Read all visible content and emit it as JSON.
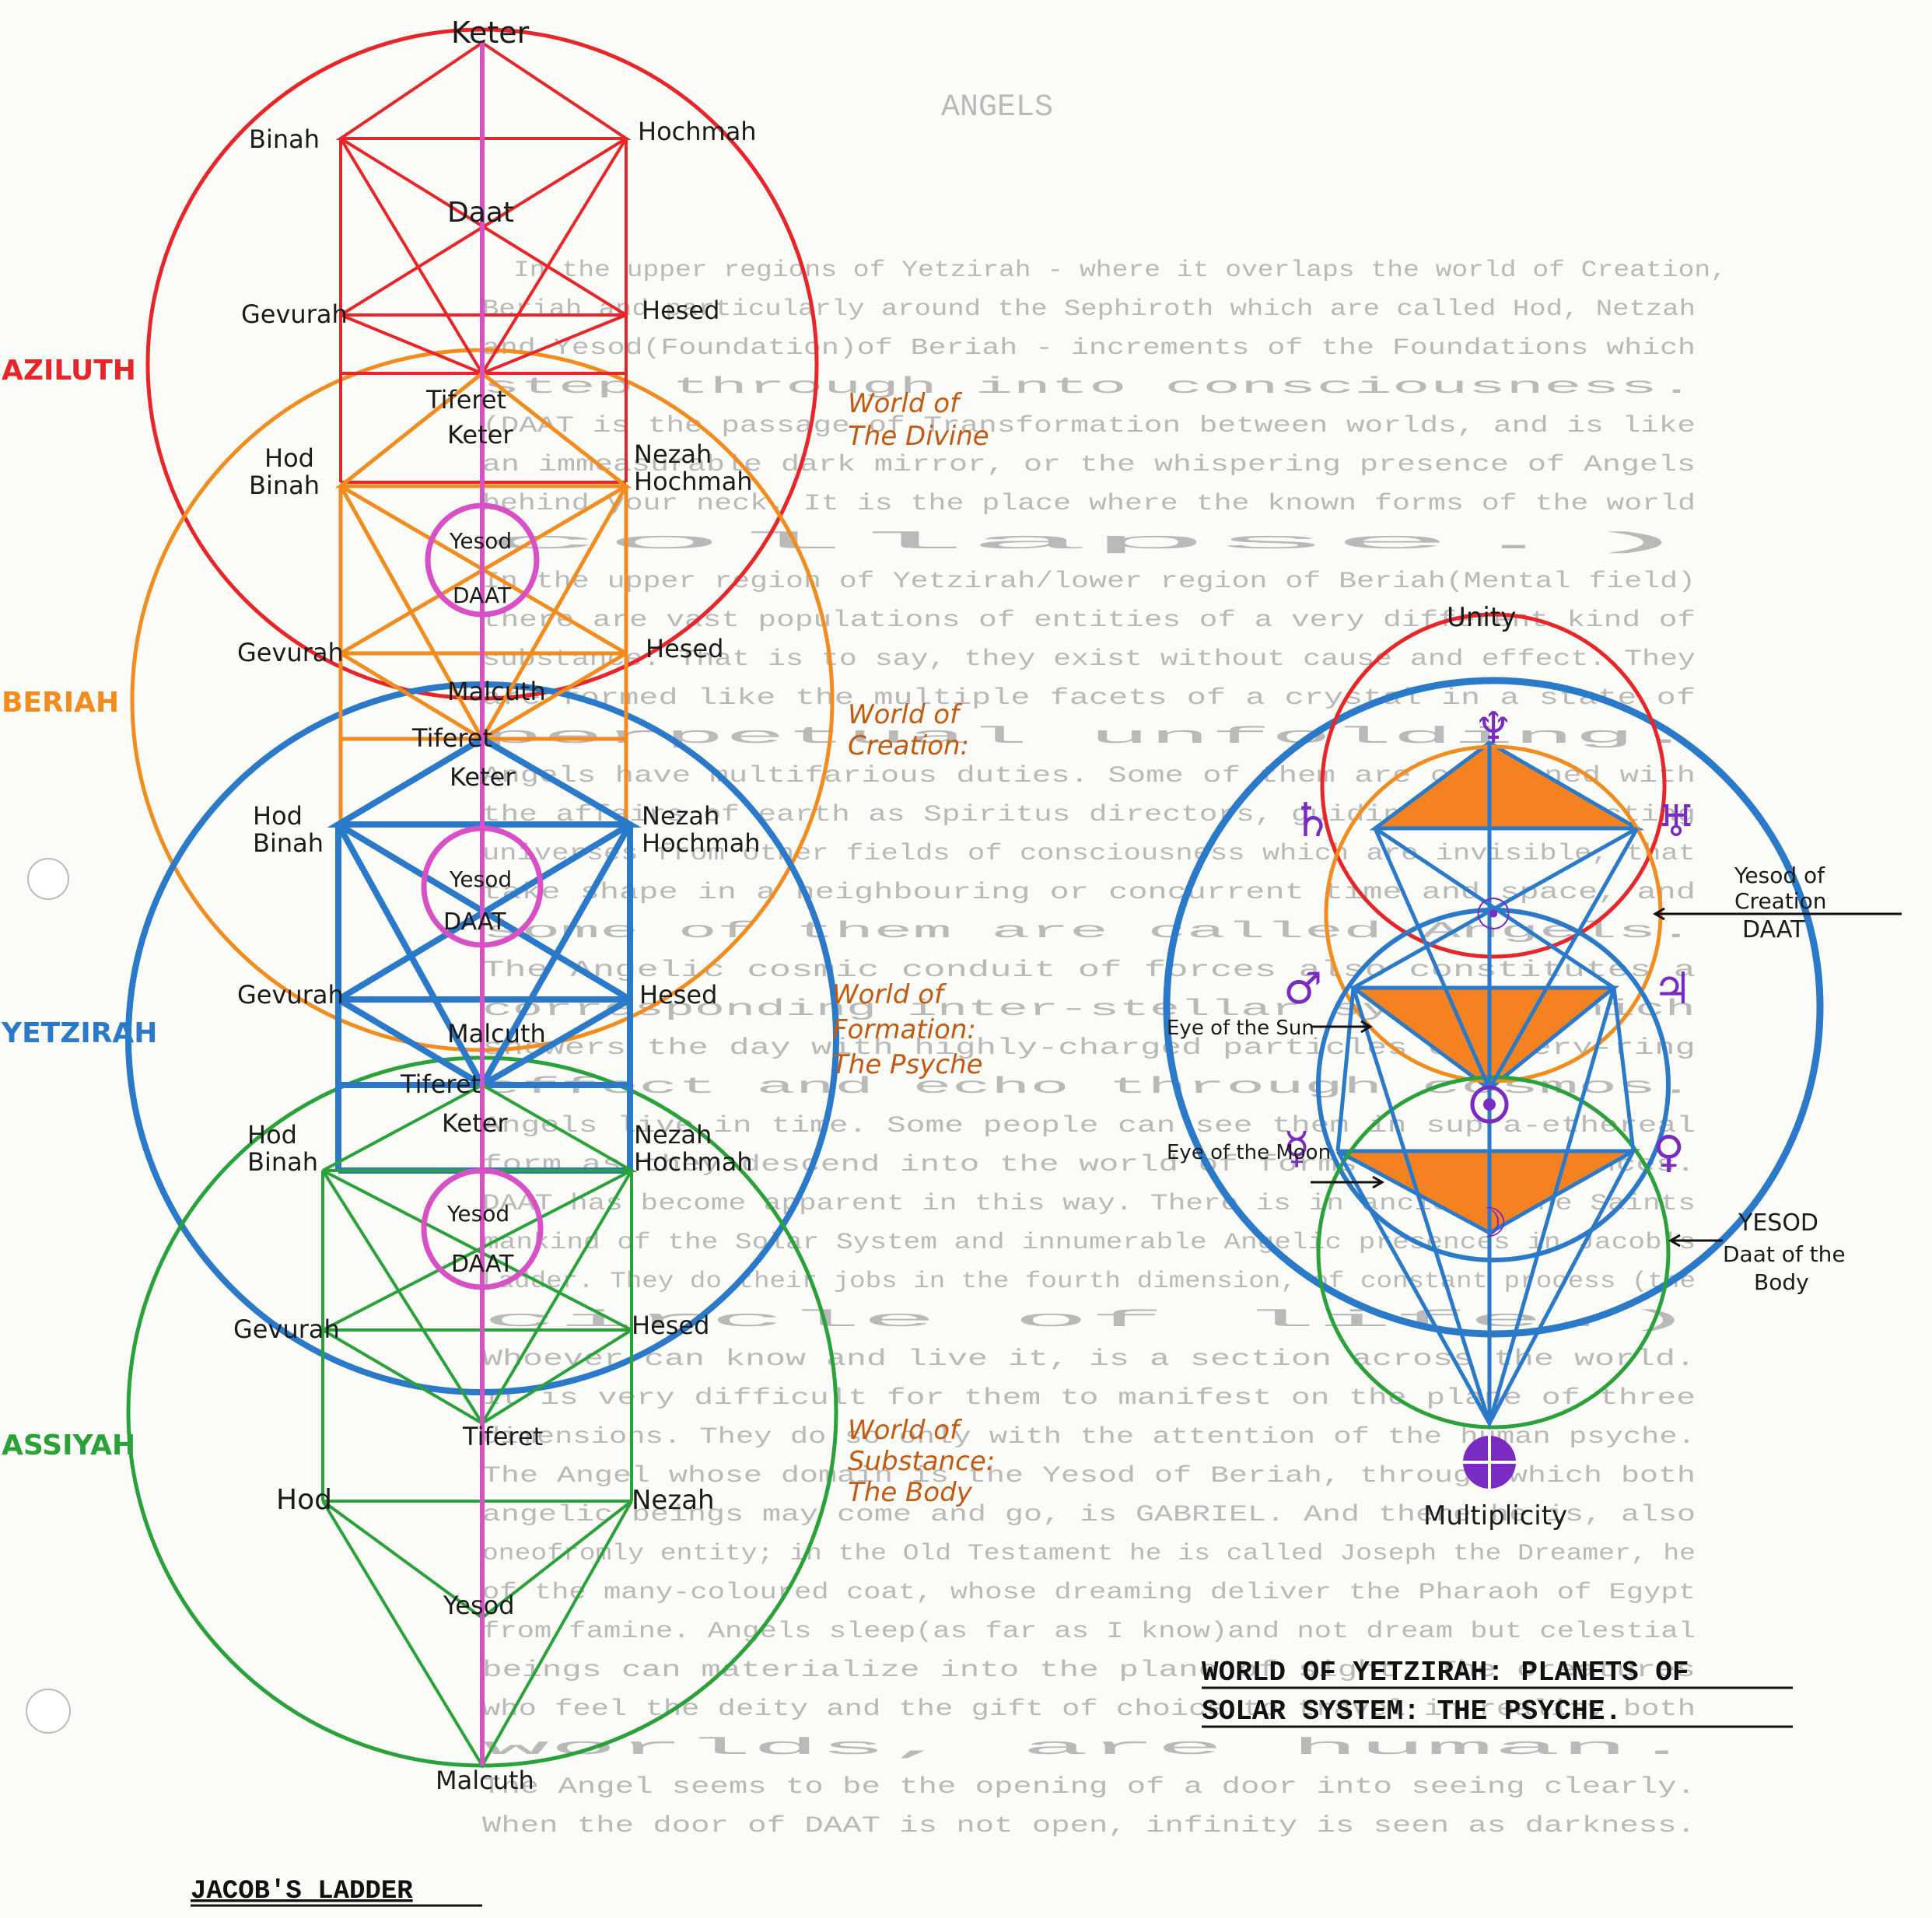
{
  "ladder": {
    "worlds": [
      {
        "name": "AZILUTH",
        "color": "#e8262a",
        "desc_line1": "World of",
        "desc_line2": "The Divine",
        "desc_line3": ""
      },
      {
        "name": "BERIAH",
        "color": "#f28c1e",
        "desc_line1": "World of",
        "desc_line2": "Creation:",
        "desc_line3": ""
      },
      {
        "name": "YETZIRAH",
        "color": "#2a7ac9",
        "desc_line1": "World of",
        "desc_line2": "Formation:",
        "desc_line3": "The Psyche"
      },
      {
        "name": "ASSIYAH",
        "color": "#2aa23a",
        "desc_line1": "World of",
        "desc_line2": "Substance:",
        "desc_line3": "The Body"
      }
    ],
    "labels": {
      "keter": "Keter",
      "binah": "Binah",
      "hochmah": "Hochmah",
      "daat": "Daat",
      "daat_caps": "DAAT",
      "gevurah": "Gevurah",
      "hesed": "Hesed",
      "tiferet": "Tiferet",
      "hod": "Hod",
      "nezah": "Nezah",
      "yesod": "Yesod",
      "malcuth": "Malcuth"
    },
    "caption": "JACOB'S LADDER"
  },
  "planets": {
    "top_label": "Unity",
    "bottom_label": "Multiplicity",
    "eye_sun": "Eye of the Sun",
    "eye_moon": "Eye of the Moon",
    "yesod_creation_line1": "Yesod of",
    "yesod_creation_line2": "Creation",
    "yesod_creation_line3": "DAAT",
    "yesod_body_line1": "YESOD",
    "yesod_body_line2": "Daat of the",
    "yesod_body_line3": "Body",
    "caption_line1": "WORLD OF YETZIRAH: PLANETS OF",
    "caption_line2": "SOLAR SYSTEM: THE PSYCHE.",
    "glyphs": [
      "♆",
      "♄",
      "♅",
      "☉",
      "♂",
      "♃",
      "☿",
      "♀",
      "☽",
      "⊕"
    ],
    "glyph_color": "#7a2bc2",
    "fill_color": "#f58220"
  },
  "background_text": {
    "heading": "ANGELS",
    "lines": [
      "In the upper regions of Yetzirah - where it overlaps the world of Creation,",
      "Beriah and particularly around the Sephiroth which are called Hod, Netzah",
      "and Yesod(Foundation)of Beriah - increments of the Foundations which",
      "step through into consciousness.",
      "(DAAT is the passage of Transformation between worlds, and is like",
      "an immeasurable dark mirror, or the whispering presence of Angels",
      "behind your neck. It is the place where the known forms of the world",
      "collapse.)",
      "In the upper region of Yetzirah/lower region of Beriah(Mental field)",
      "there are vast populations of entities of a very different kind of",
      "substance. That is to say, they exist without cause and effect. They",
      "are formed like the multiple facets of a crystal in a state of",
      "perpetual unfolding.",
      "Angels have multifarious duties. Some of them are concerned with",
      "the affairs of earth as Spiritus directors, guiding and protecting",
      "universes from other fields of consciousness which are invisible, that",
      "take shape in a neighbouring or concurrent time and space, and",
      "some of them are called Angels.",
      "The Angelic cosmic conduit of forces also constitutes a",
      "corresponding inter-stellar system which",
      "showers the day with highly-charged particles of every-ring",
      "effect and echo through cosmos.",
      "Angels live in time. Some people can see them in supra-ethereal",
      "form as they descend into the world of forms and appearances.",
      "DAAT has become apparent in this way. There is in ancient, the Saints",
      "mankind of the Solar System and innumerable Angelic presences in Jacob's",
      "Ladder. They do their jobs in the fourth dimension, of constant process (the",
      "circle of life.)",
      "Whoever can know and live it, is a section across the world.",
      "It is very difficult for them to manifest on the plane of three",
      "dimensions. They do so only with the attention of the human psyche.",
      "The Angel whose domain is the Yesod of Beriah, through which both",
      "angelic beings may come and go, is GABRIEL. And there he is, also",
      "oneofromly entity; in the Old Testament he is called Joseph the Dreamer, he",
      "of the many-coloured coat, whose dreaming deliver the Pharaoh of Egypt",
      "from famine. Angels sleep(as far as I know)and not dream but celestial",
      "beings can materialize into the plane of sight. The creatures",
      "who feel the deity and the gift of choice to travel in reality both",
      "worlds, are human.",
      "The Angel seems to be the opening of a door into seeing clearly.",
      "When the door of DAAT is not open, infinity is seen as darkness."
    ]
  }
}
